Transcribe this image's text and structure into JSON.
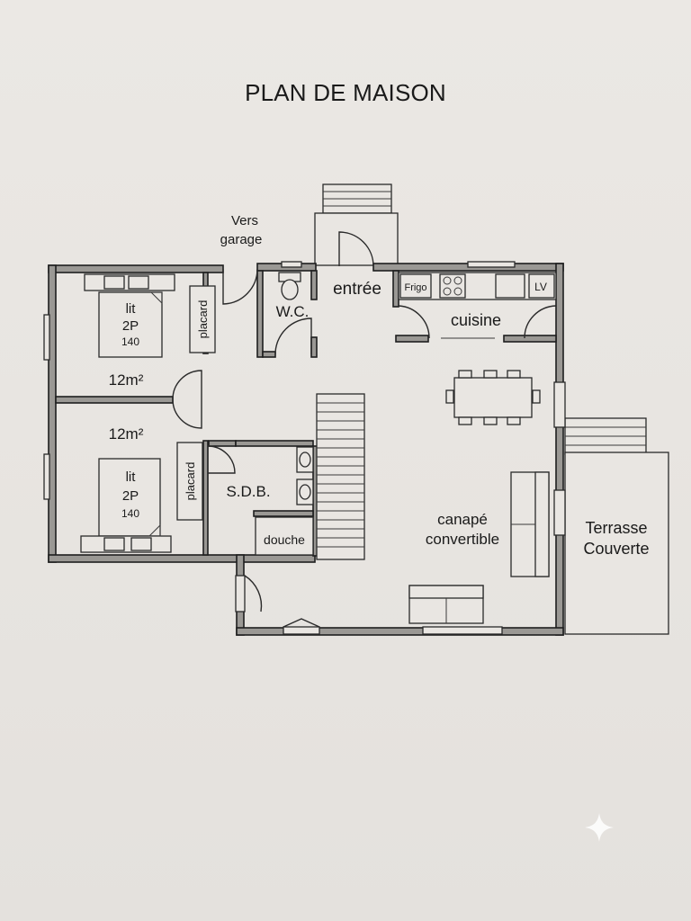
{
  "title": "PLAN DE MAISON",
  "rooms": {
    "vers_garage_line1": "Vers",
    "vers_garage_line2": "garage",
    "wc": "W.C.",
    "entree": "entrée",
    "frigo": "Frigo",
    "lv": "LV",
    "cuisine": "cuisine",
    "bedroom1": {
      "lit": "lit",
      "size": "2P",
      "width": "140",
      "placard": "placard",
      "area": "12m²"
    },
    "bedroom2": {
      "lit": "lit",
      "size": "2P",
      "width": "140",
      "placard": "placard",
      "area": "12m²"
    },
    "sdb": "S.D.B.",
    "douche": "douche",
    "canape_line1": "canapé",
    "canape_line2": "convertible",
    "terrasse_line1": "Terrasse",
    "terrasse_line2": "Couverte"
  },
  "icons": {
    "corner_mark": "sparkle-icon"
  },
  "colors": {
    "paper": "#e9e6e2",
    "wall": "#9a9894",
    "ink": "#1a1a1a"
  }
}
